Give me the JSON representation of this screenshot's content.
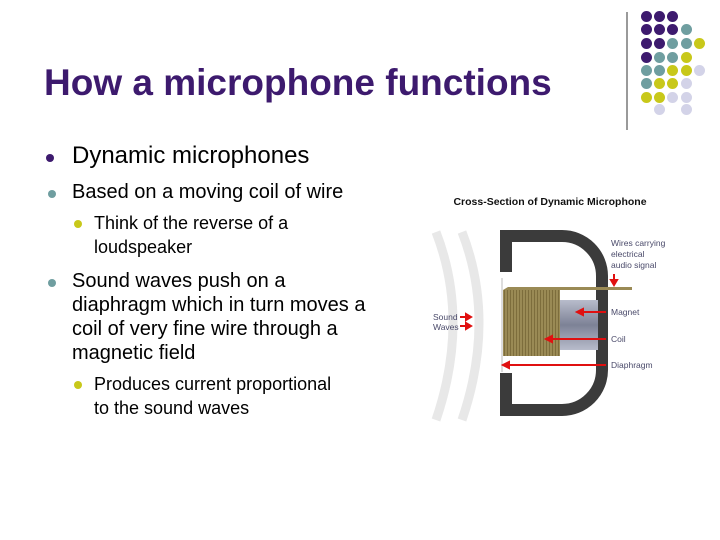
{
  "slide": {
    "title": "How a microphone functions",
    "bullets": {
      "level1": "Dynamic microphones",
      "b1": "Based on a moving coil of wire",
      "b1_sub": "Think of the reverse of a loudspeaker",
      "b2": "Sound waves push on a diaphragm which in turn moves a coil of very fine wire through a magnetic field",
      "b2_sub": "Produces current proportional to the sound waves"
    }
  },
  "colors": {
    "purple": "#3d1a6e",
    "teal": "#6f9ea0",
    "yellow": "#c8c81a",
    "lavender": "#d3d3e8"
  },
  "decor_dots": [
    [
      "P",
      "P",
      "P",
      "",
      ""
    ],
    [
      "P",
      "P",
      "P",
      "T",
      ""
    ],
    [
      "P",
      "P",
      "T",
      "T",
      "Y"
    ],
    [
      "P",
      "T",
      "T",
      "Y",
      ""
    ],
    [
      "T",
      "T",
      "Y",
      "Y",
      "L"
    ],
    [
      "T",
      "Y",
      "Y",
      "L",
      ""
    ],
    [
      "Y",
      "Y",
      "L",
      "L",
      ""
    ],
    [
      "",
      "L",
      "",
      "L",
      ""
    ]
  ],
  "diagram": {
    "title": "Cross-Section of Dynamic Microphone",
    "labels": {
      "wires_1": "Wires carrying",
      "wires_2": "electrical",
      "wires_3": "audio signal",
      "magnet": "Magnet",
      "coil": "Coil",
      "diaphragm": "Diaphragm",
      "sound_1": "Sound",
      "sound_2": "Waves"
    }
  }
}
